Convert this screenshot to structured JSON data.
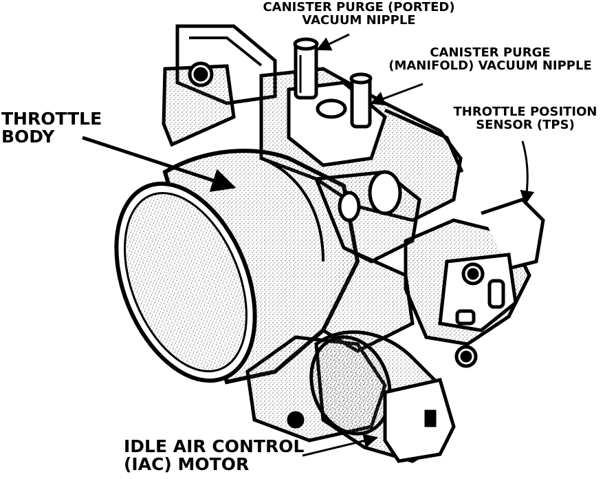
{
  "diagram": {
    "labels": {
      "canister_purge_ported": {
        "line1": "CANISTER PURGE (PORTED)",
        "line2": "VACUUM NIPPLE"
      },
      "canister_purge_manifold": {
        "line1": "CANISTER PURGE",
        "line2": "(MANIFOLD) VACUUM NIPPLE"
      },
      "throttle_position_sensor": {
        "line1": "THROTTLE POSITION",
        "line2": "SENSOR (TPS)"
      },
      "throttle_body": {
        "line1": "THROTTLE",
        "line2": "BODY"
      },
      "idle_air_control": {
        "line1": "IDLE AIR CONTROL",
        "line2": "(IAC) MOTOR"
      }
    },
    "colors": {
      "ink": "#000000",
      "paper": "#ffffff",
      "stipple": "#5a5a5a"
    }
  }
}
